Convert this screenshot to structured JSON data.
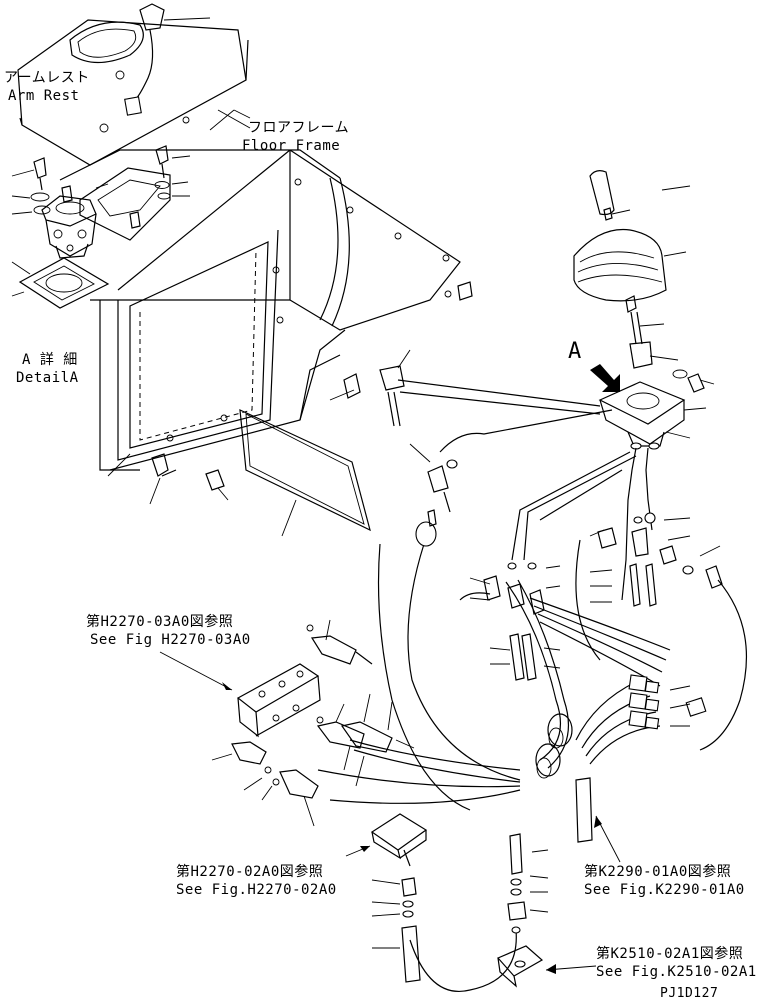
{
  "labels": {
    "arm_rest_jp": "アームレスト",
    "arm_rest_en": "Arm Rest",
    "floor_frame_jp": "フロアフレーム",
    "floor_frame_en": "Floor Frame",
    "detail_a_jp": "A 詳 細",
    "detail_a_en": "DetailA",
    "callout_a": "A",
    "ref_h2270_03a0_jp": "第H2270-03A0図参照",
    "ref_h2270_03a0_en": "See Fig H2270-03A0",
    "ref_h2270_02a0_jp": "第H2270-02A0図参照",
    "ref_h2270_02a0_en": "See Fig.H2270-02A0",
    "ref_k2290_01a0_jp": "第K2290-01A0図参照",
    "ref_k2290_01a0_en": "See Fig.K2290-01A0",
    "ref_k2510_02a1_jp": "第K2510-02A1図参照",
    "ref_k2510_02a1_en": "See Fig.K2510-02A1",
    "drawing_number": "PJ1D127"
  },
  "icons": {
    "callout_arrow": "bold-arrow-icon"
  }
}
